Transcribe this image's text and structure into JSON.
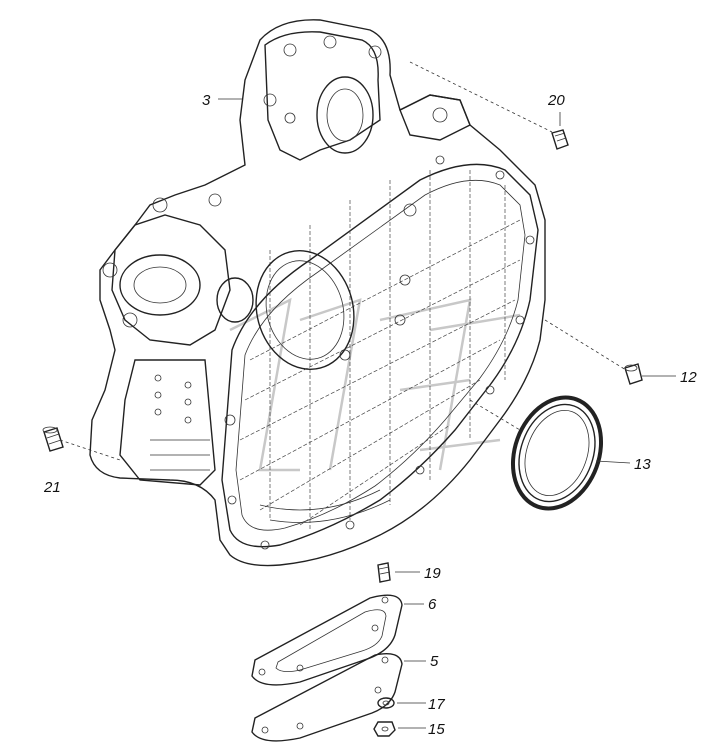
{
  "diagram": {
    "callouts": [
      {
        "id": "c3",
        "number": "3"
      },
      {
        "id": "c20",
        "number": "20"
      },
      {
        "id": "c12",
        "number": "12"
      },
      {
        "id": "c13",
        "number": "13"
      },
      {
        "id": "c21",
        "number": "21"
      },
      {
        "id": "c19",
        "number": "19"
      },
      {
        "id": "c6",
        "number": "6"
      },
      {
        "id": "c5",
        "number": "5"
      },
      {
        "id": "c17",
        "number": "17"
      },
      {
        "id": "c15",
        "number": "15"
      }
    ]
  }
}
